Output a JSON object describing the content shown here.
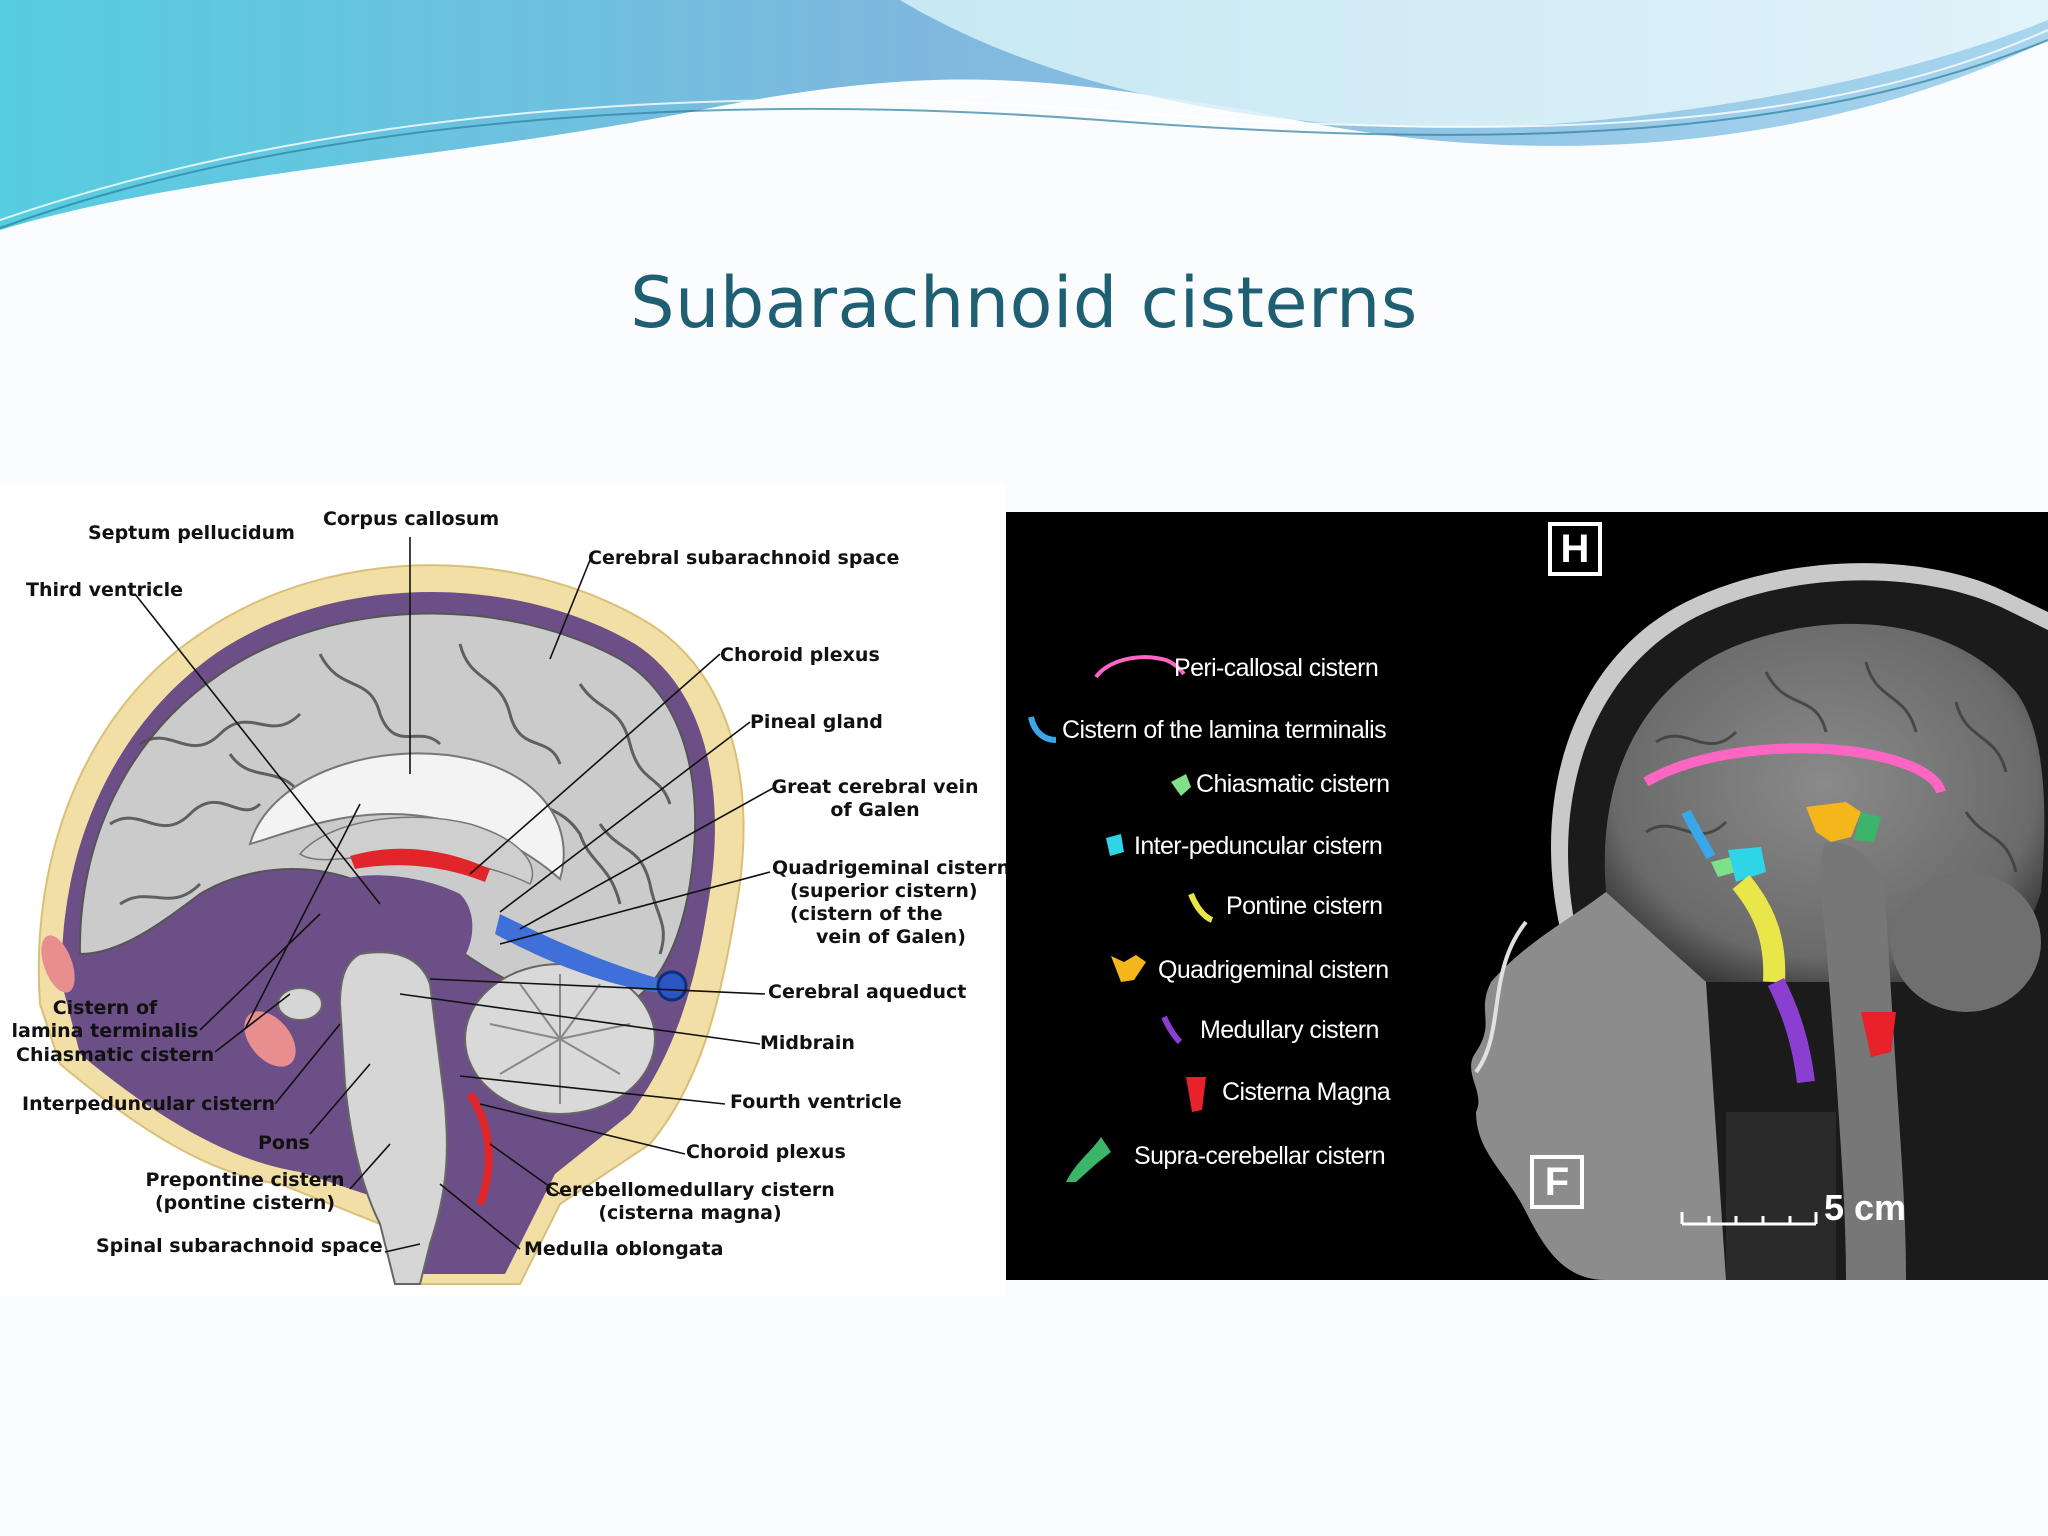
{
  "slide": {
    "title": "Subarachnoid cisterns"
  },
  "diagram": {
    "labels": {
      "septum_pellucidum": "Septum pellucidum",
      "corpus_callosum": "Corpus callosum",
      "third_ventricle": "Third ventricle",
      "cerebral_subarachnoid_space": "Cerebral subarachnoid space",
      "choroid_plexus_top": "Choroid plexus",
      "pineal_gland": "Pineal gland",
      "great_cerebral_vein_1": "Great cerebral vein",
      "great_cerebral_vein_2": "of Galen",
      "quadrigeminal_1": "Quadrigeminal cistern",
      "quadrigeminal_2": "(superior cistern)",
      "quadrigeminal_3": "(cistern of the",
      "quadrigeminal_4": "vein of Galen)",
      "cerebral_aqueduct": "Cerebral aqueduct",
      "midbrain": "Midbrain",
      "fourth_ventricle": "Fourth ventricle",
      "choroid_plexus_bottom": "Choroid plexus",
      "cerebellomedullary_1": "Cerebellomedullary cistern",
      "cerebellomedullary_2": "(cisterna magna)",
      "medulla_oblongata": "Medulla oblongata",
      "spinal_subarachnoid": "Spinal subarachnoid space",
      "prepontine_1": "Prepontine cistern",
      "prepontine_2": "(pontine cistern)",
      "pons": "Pons",
      "interpeduncular": "Interpeduncular cistern",
      "lamina_terminalis_1": "Cistern of",
      "lamina_terminalis_2": "lamina terminalis",
      "chiasmatic": "Chiasmatic cistern"
    },
    "colors": {
      "skull": "#f2dfa6",
      "subarachnoid": "#6c4f86",
      "brain": "#cfcfcf",
      "choroid": "#e0262b",
      "vein": "#3f6fd8",
      "ventricle": "#ececec"
    }
  },
  "mri": {
    "legend": [
      {
        "label": "Peri-callosal cistern",
        "color": "#ff66c4",
        "icon": "pericallosal-swatch"
      },
      {
        "label": "Cistern of the lamina terminalis",
        "color": "#3aa7e8",
        "icon": "lamina-swatch"
      },
      {
        "label": "Chiasmatic cistern",
        "color": "#7fe08a",
        "icon": "chiasmatic-swatch"
      },
      {
        "label": "Inter-peduncular cistern",
        "color": "#2fd4e6",
        "icon": "interpeduncular-swatch"
      },
      {
        "label": "Pontine cistern",
        "color": "#e9e64a",
        "icon": "pontine-swatch"
      },
      {
        "label": "Quadrigeminal cistern",
        "color": "#f5b61c",
        "icon": "quadrigeminal-swatch"
      },
      {
        "label": "Medullary cistern",
        "color": "#8b3fd1",
        "icon": "medullary-swatch"
      },
      {
        "label": "Cisterna Magna",
        "color": "#e8212b",
        "icon": "magna-swatch"
      },
      {
        "label": "Supra-cerebellar cistern",
        "color": "#3bb56a",
        "icon": "supracerebellar-swatch"
      }
    ],
    "markers": {
      "head": "H",
      "foot": "F",
      "scale": "5 cm"
    }
  }
}
